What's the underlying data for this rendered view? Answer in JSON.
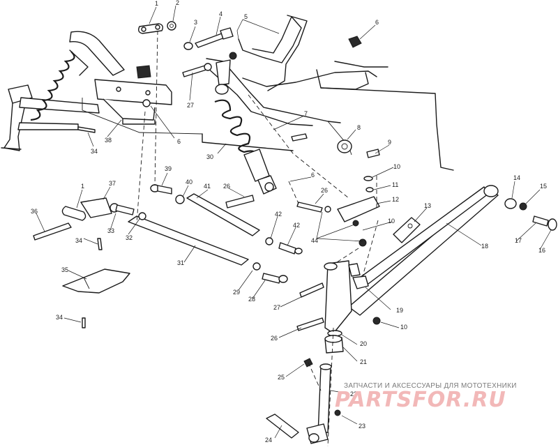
{
  "diagram": {
    "callouts": [
      "1",
      "2",
      "3",
      "4",
      "5",
      "6",
      "27",
      "38",
      "6",
      "34",
      "7",
      "30",
      "8",
      "9",
      "10",
      "11",
      "12",
      "39",
      "40",
      "41",
      "26",
      "6",
      "37",
      "1",
      "36",
      "33",
      "32",
      "34",
      "26",
      "42",
      "42",
      "44",
      "10",
      "13",
      "14",
      "15",
      "18",
      "17",
      "16",
      "31",
      "29",
      "28",
      "27",
      "35",
      "34",
      "19",
      "26",
      "10",
      "20",
      "21",
      "25",
      "22",
      "24",
      "23"
    ]
  },
  "watermark": {
    "caption": "ЗАПЧАСТИ И АКСЕССУАРЫ ДЛЯ МОТОТЕХНИКИ",
    "logo_text": "PARTSFOR.RU",
    "logo_color": "#f2b8b8",
    "caption_color": "#7a7a7a"
  }
}
